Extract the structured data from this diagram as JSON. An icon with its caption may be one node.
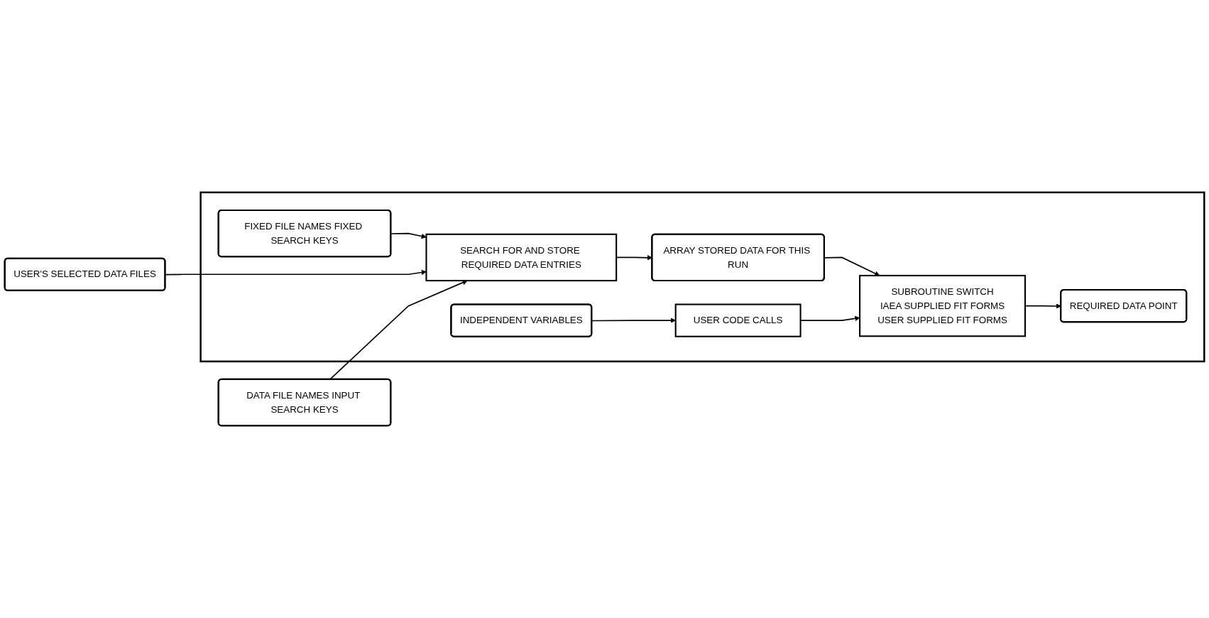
{
  "diagram": {
    "nodes": [
      {
        "text": [],
        "shape": "box"
      },
      {
        "text": [
          "FIXED FILE NAMES FIXED SEARCH KEYS"
        ],
        "in": 0
      },
      {
        "text": [
          "DATA FILE NAMES INPUT SEARCH KEYS"
        ]
      },
      {
        "text": [
          "SEARCH FOR AND STORE REQUIRED DATA ENTRIES"
        ],
        "in": 0
      },
      {
        "text": [
          "USER'S SELECTED DATA FILES"
        ]
      },
      {
        "text": [
          "ARRAY STORED DATA FOR THIS RUN"
        ],
        "in": 0
      },
      {
        "text": [
          "INDEPENDENT VARIABLES"
        ],
        "in": 0
      },
      {
        "text": [
          "USER CODE CALLS"
        ],
        "in": 0
      },
      {
        "text": [
          "SUBROUTINE SWITCH",
          "IAEA SUPPLIED FIT FORMS",
          "USER SUPPLIED FIT FORMS"
        ],
        "in": 0
      },
      {
        "text": [
          "REQUIRED DATA POINT"
        ],
        "in": 0
      }
    ],
    "edges": [
      {
        "from": 1,
        "to": 3,
        "arrow": "to"
      },
      {
        "from": 2,
        "to": 3,
        "arrow": "to"
      },
      {
        "from": 4,
        "to": 3,
        "arrow": "to"
      },
      {
        "from": 3,
        "to": 5,
        "arrow": "to"
      },
      {
        "from": 5,
        "to": 8,
        "arrow": "to"
      },
      {
        "from": 6,
        "to": 7,
        "arrow": "to"
      },
      {
        "from": 7,
        "to": 8,
        "arrow": "to"
      },
      {
        "from": 8,
        "to": 9,
        "arrow": "to"
      }
    ]
  }
}
